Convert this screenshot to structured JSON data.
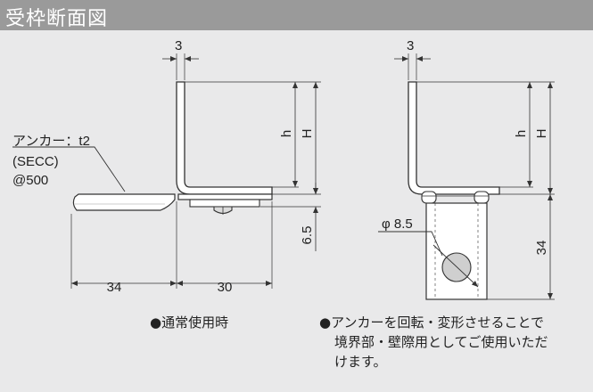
{
  "header": {
    "title": "受枠断面図"
  },
  "left_figure": {
    "anchor_label_line1": "アンカー：t2",
    "anchor_label_line2": "(SECC)",
    "anchor_label_line3": "@500",
    "dim_top": "3",
    "dim_h": "h",
    "dim_H": "H",
    "dim_65": "6.5",
    "dim_34": "34",
    "dim_30": "30",
    "caption": "●通常使用時"
  },
  "right_figure": {
    "dim_top": "3",
    "dim_h": "h",
    "dim_H": "H",
    "dim_phi": "φ 8.5",
    "dim_34": "34",
    "caption_line1": "●アンカーを回転・変形させることで",
    "caption_line2": "境界部・壁際用としてご使用いただ",
    "caption_line3": "けます。"
  },
  "colors": {
    "header": "#9a9a9a",
    "panel": "#e9e9ea",
    "line": "#333333",
    "part_fill": "#ffffff"
  }
}
